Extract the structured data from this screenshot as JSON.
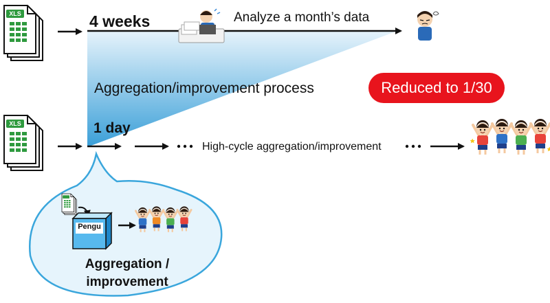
{
  "file_icon": {
    "label": "XLS",
    "color": "#2e9a3e"
  },
  "top_row": {
    "duration_label": "4 weeks",
    "task_label": "Analyze a month’s data",
    "worker_icon": "stressed-worker-at-laptop-icon",
    "result_icon": "tired-person-icon"
  },
  "process_label": "Aggregation/improvement process",
  "reduction_badge": {
    "label": "Reduced to 1/30",
    "color": "#e8141d"
  },
  "bottom_row": {
    "duration_label": "1 day",
    "cycle_label": "High-cycle aggregation/improvement",
    "result_icon": "happy-group-icon"
  },
  "bubble": {
    "box_label": "Pengu",
    "caption_line1": "Aggregation /",
    "caption_line2": "improvement",
    "border_color": "#3aa6dc",
    "fill_color": "#e6f4fc"
  },
  "wedge_gradient": {
    "top": "#e6f3fb",
    "bottom": "#3a9fd8"
  }
}
